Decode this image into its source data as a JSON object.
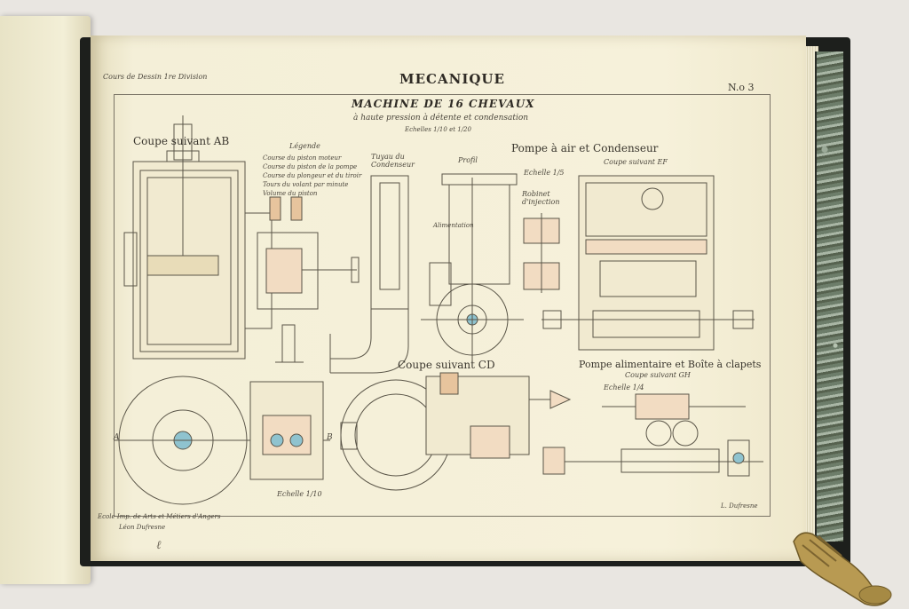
{
  "header": {
    "left": "Cours de Dessin 1re Division",
    "title": "MECANIQUE",
    "number": "N.o 3"
  },
  "machine": {
    "title": "MACHINE DE 16 CHEVAUX",
    "subtitle": "à haute pression à détente et condensation",
    "scale": "Echelles 1/10 et 1/20"
  },
  "labels": {
    "coupe_ab": "Coupe suivant AB",
    "legende": "Légende",
    "tuyau": "Tuyau du Condenseur",
    "profil": "Profil",
    "pompe_air": "Pompe à air et Condenseur",
    "coupe_ef": "Coupe suivant EF",
    "echelle_pompe": "Echelle 1/5",
    "robinet": "Robinet d'injection",
    "alimentation": "Alimentation",
    "coupe_cd": "Coupe suivant CD",
    "pompe_alim": "Pompe alimentaire et Boîte à clapets",
    "coupe_gh": "Coupe suivant GH",
    "echelle_alim": "Echelle 1/4",
    "echelle_bas": "Echelle 1/10",
    "mark_a": "A",
    "mark_b": "B"
  },
  "legend_lines": [
    "Course du piston moteur",
    "Course du piston de la pompe",
    "Course du plongeur et du tiroir",
    "Tours du volant par minute",
    "Volume du piston"
  ],
  "footer": {
    "school": "Ecole Imp. de Arts et Métiers d'Angers",
    "author": "Léon Dufresne",
    "right": "L. Dufresne"
  },
  "colors": {
    "ink": "#5a5548",
    "copper": "#d9a36a",
    "steel": "#8fc3cf"
  }
}
